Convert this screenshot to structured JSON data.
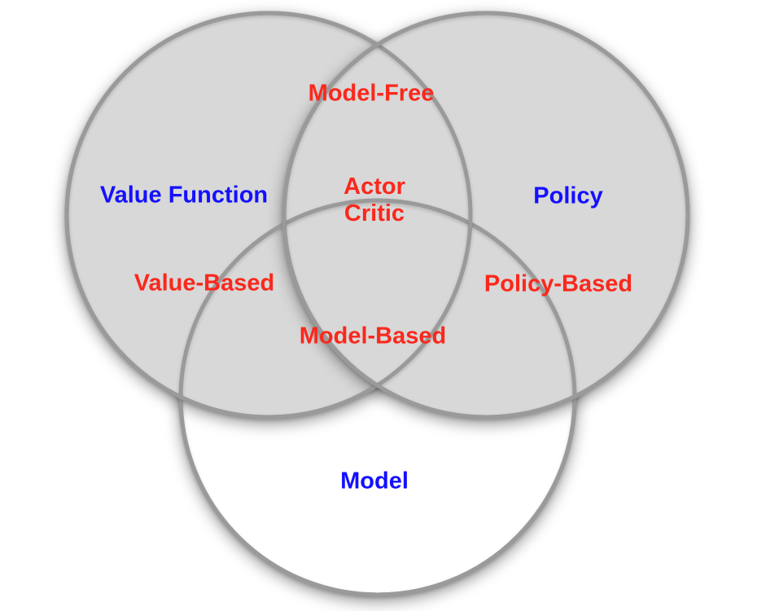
{
  "diagram": {
    "type": "venn",
    "background_color": "#ffffff",
    "circle_fill_color": "#d8d8d8",
    "circle_stroke_color": "#9a9a9a",
    "label_red_color": "#fa281c",
    "label_blue_color": "#1410ff",
    "circles": [
      {
        "name": "Value Function",
        "filled": true
      },
      {
        "name": "Policy",
        "filled": true
      },
      {
        "name": "Model",
        "filled": false
      }
    ],
    "labels": {
      "model_free": {
        "text": "Model-Free",
        "color": "red"
      },
      "value_function": {
        "text": "Value Function",
        "color": "blue"
      },
      "actor_critic": {
        "text": "Actor\nCritic",
        "color": "red"
      },
      "policy": {
        "text": "Policy",
        "color": "blue"
      },
      "value_based": {
        "text": "Value-Based",
        "color": "red"
      },
      "policy_based": {
        "text": "Policy-Based",
        "color": "red"
      },
      "model_based": {
        "text": "Model-Based",
        "color": "red"
      },
      "model": {
        "text": "Model",
        "color": "blue"
      }
    }
  }
}
